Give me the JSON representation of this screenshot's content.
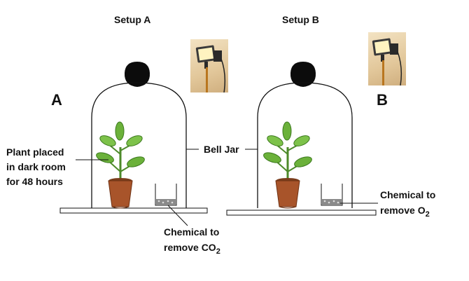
{
  "setups": [
    {
      "title": "Setup A",
      "marker": "A"
    },
    {
      "title": "Setup B",
      "marker": "B"
    }
  ],
  "labels": {
    "plant_line1": "Plant placed",
    "plant_line2": "in dark room",
    "plant_line3": "for 48 hours",
    "bell_jar": "Bell Jar",
    "chem_co2_line1": "Chemical to",
    "chem_co2_line2": "remove CO",
    "chem_co2_sub": "2",
    "chem_o2_line1": "Chemical to",
    "chem_o2_line2": "remove O",
    "chem_o2_sub": "2"
  },
  "icons": [
    "lamp-icon",
    "plant-icon",
    "bell-jar-icon",
    "beaker-icon"
  ],
  "colors": {
    "leaf": "#6bb13a",
    "pot": "#a8542a",
    "outline": "#111111",
    "lamp_glow": "#fff3c0"
  }
}
